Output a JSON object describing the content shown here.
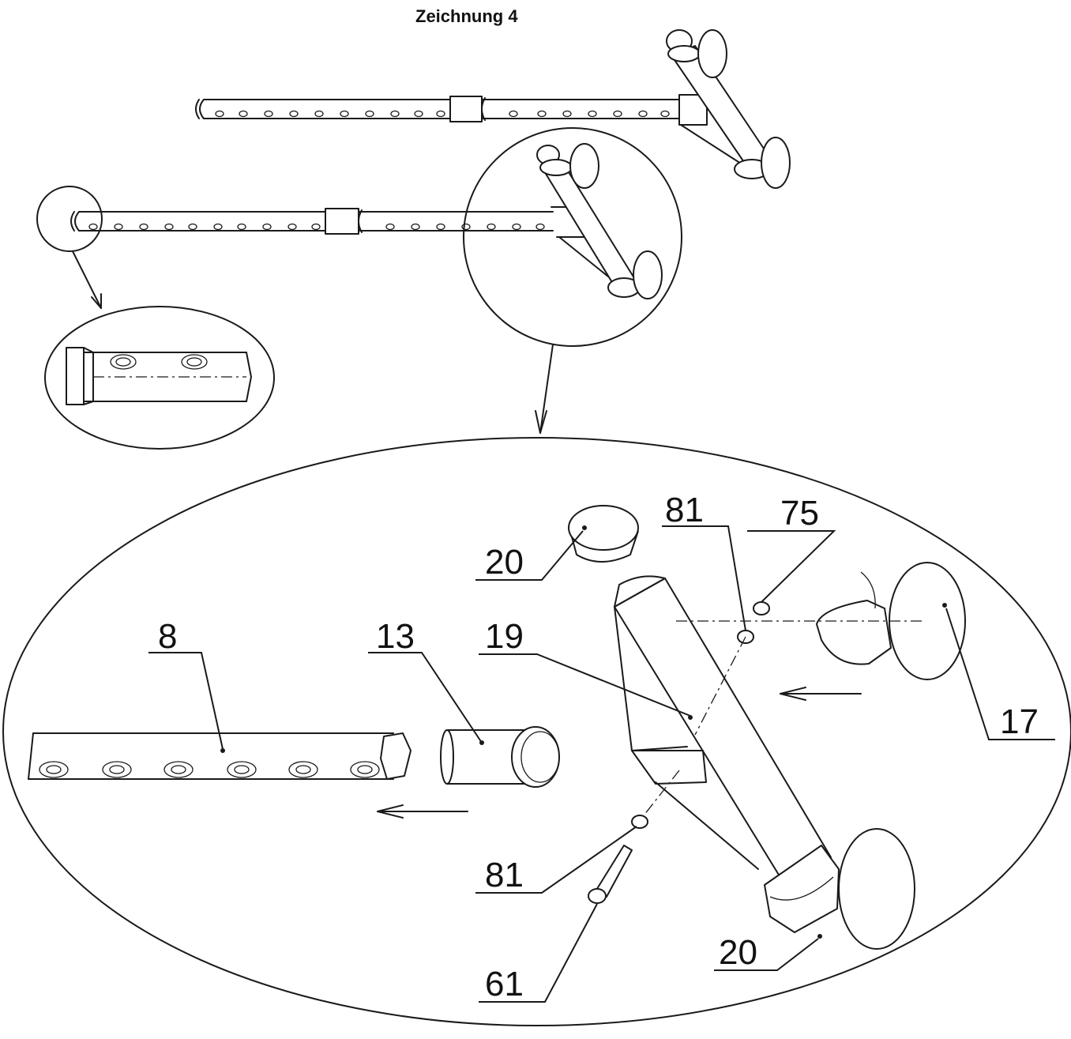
{
  "title": "Zeichnung 4",
  "callouts": [
    {
      "id": "c8",
      "text": "8"
    },
    {
      "id": "c13",
      "text": "13"
    },
    {
      "id": "c19",
      "text": "19"
    },
    {
      "id": "c20a",
      "text": "20"
    },
    {
      "id": "c81a",
      "text": "81"
    },
    {
      "id": "c75",
      "text": "75"
    },
    {
      "id": "c17",
      "text": "17"
    },
    {
      "id": "c81b",
      "text": "81"
    },
    {
      "id": "c61",
      "text": "61"
    },
    {
      "id": "c20b",
      "text": "20"
    }
  ]
}
